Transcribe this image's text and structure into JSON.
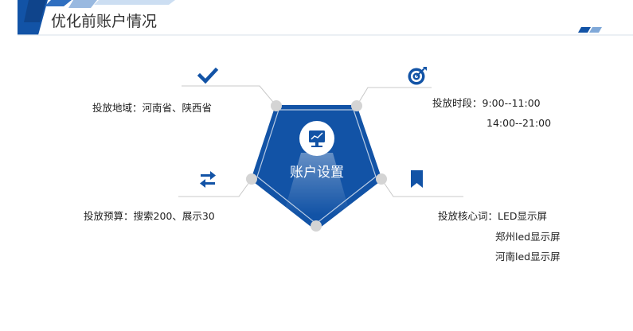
{
  "header": {
    "title": "优化前账户情况"
  },
  "center": {
    "label": "账户设置"
  },
  "settings": {
    "region": "投放地域：河南省、陕西省",
    "time_line1": "投放时段：9:00--11:00",
    "time_line2": "14:00--21:00",
    "budget": "投放预算：搜索200、展示30",
    "keyword_line1": "投放核心词：LED显示屏",
    "keyword_line2": "郑州led显示屏",
    "keyword_line3": "河南led显示屏"
  },
  "icons": {
    "top_left": "checkmark-icon",
    "top_right": "target-icon",
    "bottom_left": "swap-arrows-icon",
    "bottom_right": "bookmark-icon",
    "center": "monitor-chart-icon"
  },
  "colors": {
    "primary": "#1253a6",
    "primary_light": "#2f6fc0",
    "header_light": "#7fa8d8",
    "node_gray": "#d4d4d4",
    "line_gray": "#c8c8c8"
  }
}
